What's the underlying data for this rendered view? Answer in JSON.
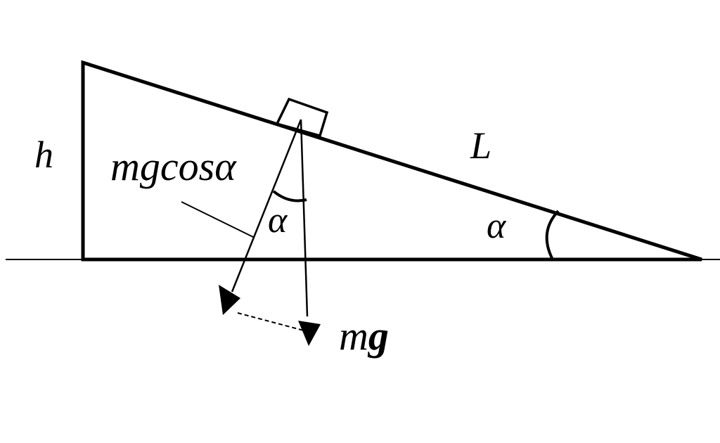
{
  "labels": {
    "height": "h",
    "length": "L",
    "normal_force": "mgcosα",
    "angle_at_block": "α",
    "angle_at_base": "α",
    "weight_m": "m",
    "weight_g": "g"
  },
  "colors": {
    "stroke": "#000000",
    "background": "#ffffff"
  }
}
